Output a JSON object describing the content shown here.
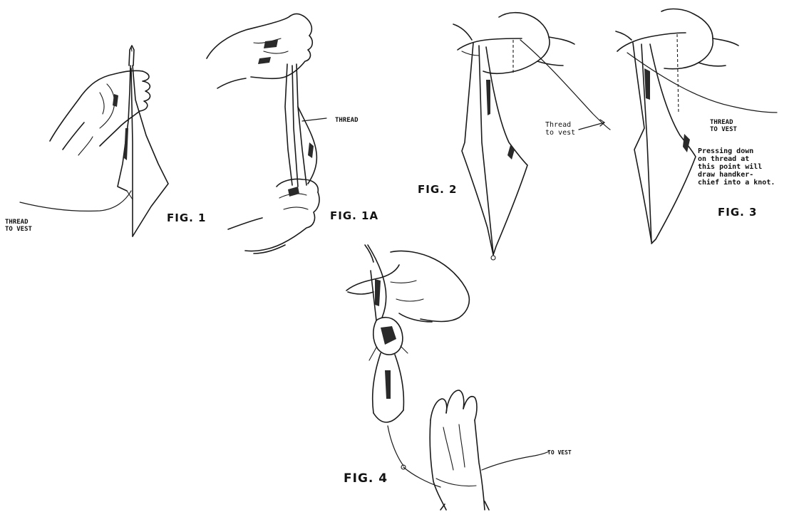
{
  "figures": {
    "fig1": {
      "caption": "FIG. 1",
      "thread_label": "THREAD\nTO VEST"
    },
    "fig1a": {
      "caption": "FIG. 1A",
      "thread_label": "THREAD"
    },
    "fig2": {
      "caption": "FIG. 2",
      "thread_label": "Thread\nto vest"
    },
    "fig3": {
      "caption": "FIG. 3",
      "thread_label": "THREAD\nTO VEST",
      "note": "Pressing down\non thread at\nthis point will\ndraw handker-\nchief into a knot."
    },
    "fig4": {
      "caption": "FIG. 4",
      "thread_label": "TO VEST"
    }
  }
}
